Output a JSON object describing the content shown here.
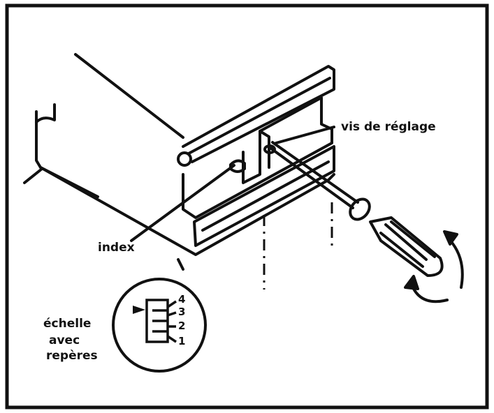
{
  "labels": {
    "adjust_screw": "vis de réglage",
    "index": "index",
    "scale_line1": "échelle",
    "scale_line2": "avec",
    "scale_line3": "repères"
  },
  "scale_marks": [
    "4",
    "3",
    "2",
    "1"
  ],
  "colors": {
    "ink": "#111111",
    "paper": "#ffffff"
  }
}
